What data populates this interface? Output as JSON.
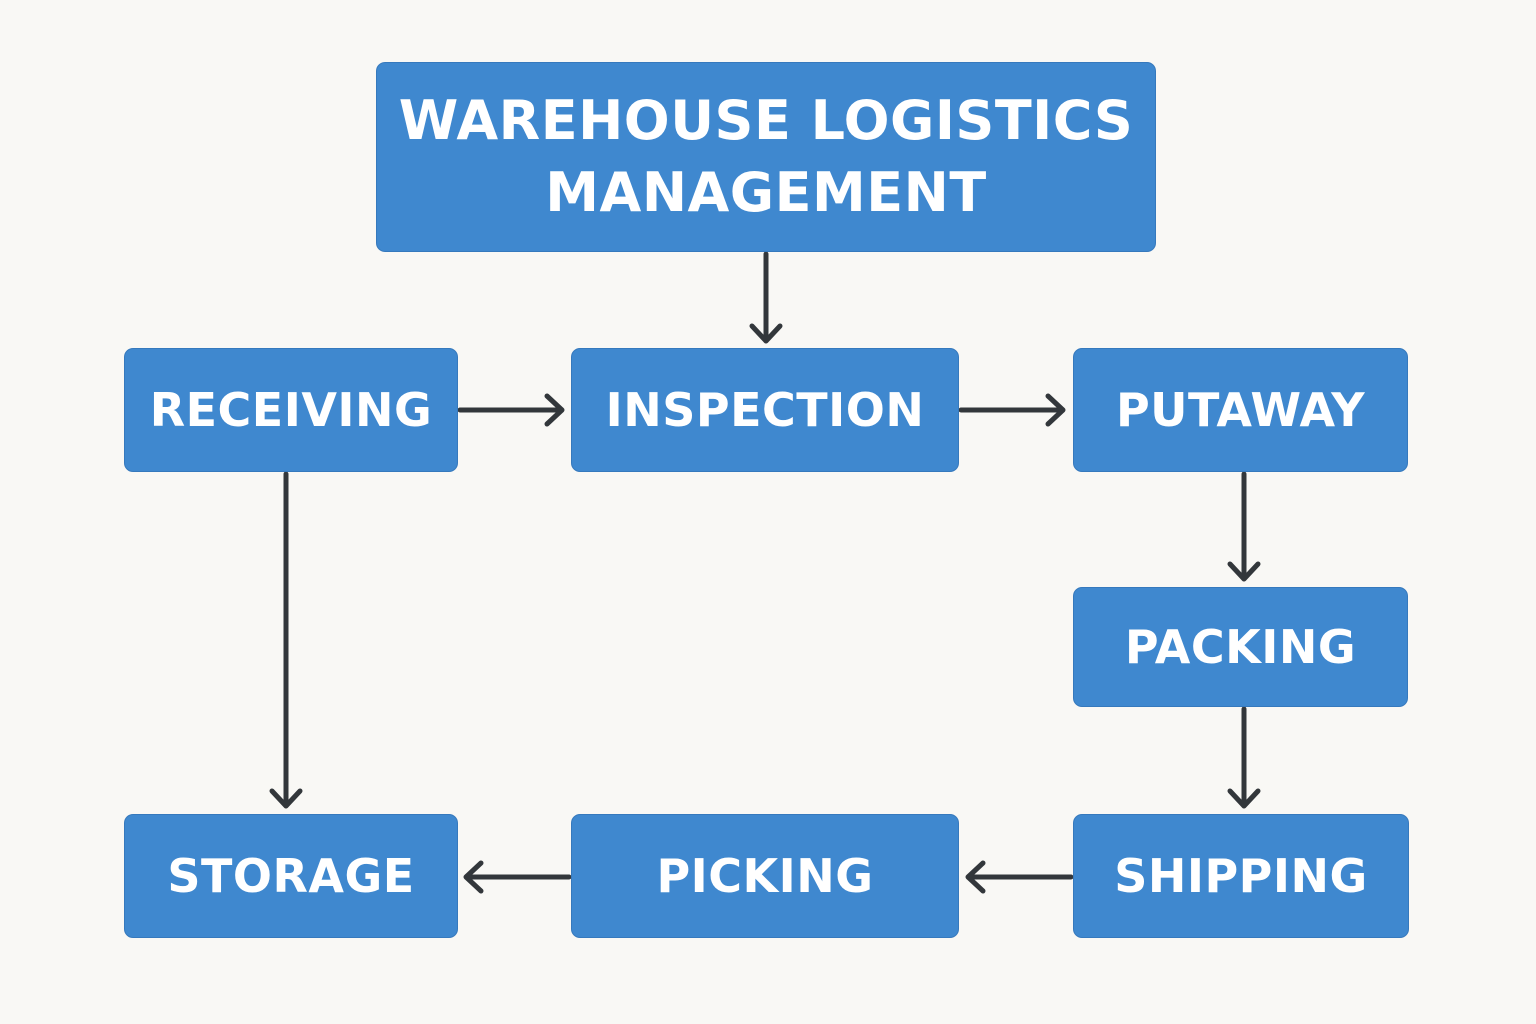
{
  "diagram": {
    "title": {
      "line1": "WAREHOUSE LOGISTICS",
      "line2": "MANAGEMENT"
    },
    "nodes": {
      "receiving": "RECEIVING",
      "inspection": "INSPECTION",
      "putaway": "PUTAWAY",
      "packing": "PACKING",
      "storage": "STORAGE",
      "picking": "PICKING",
      "shipping": "SHIPPING"
    },
    "edges": [
      {
        "from": "title",
        "to": "inspection"
      },
      {
        "from": "receiving",
        "to": "inspection"
      },
      {
        "from": "inspection",
        "to": "putaway"
      },
      {
        "from": "putaway",
        "to": "packing"
      },
      {
        "from": "packing",
        "to": "shipping"
      },
      {
        "from": "shipping",
        "to": "picking"
      },
      {
        "from": "picking",
        "to": "storage"
      },
      {
        "from": "receiving",
        "to": "storage"
      }
    ],
    "colors": {
      "node_fill": "#3f88cf",
      "node_text": "#ffffff",
      "arrow": "#33373b",
      "background": "#f9f8f5"
    }
  }
}
